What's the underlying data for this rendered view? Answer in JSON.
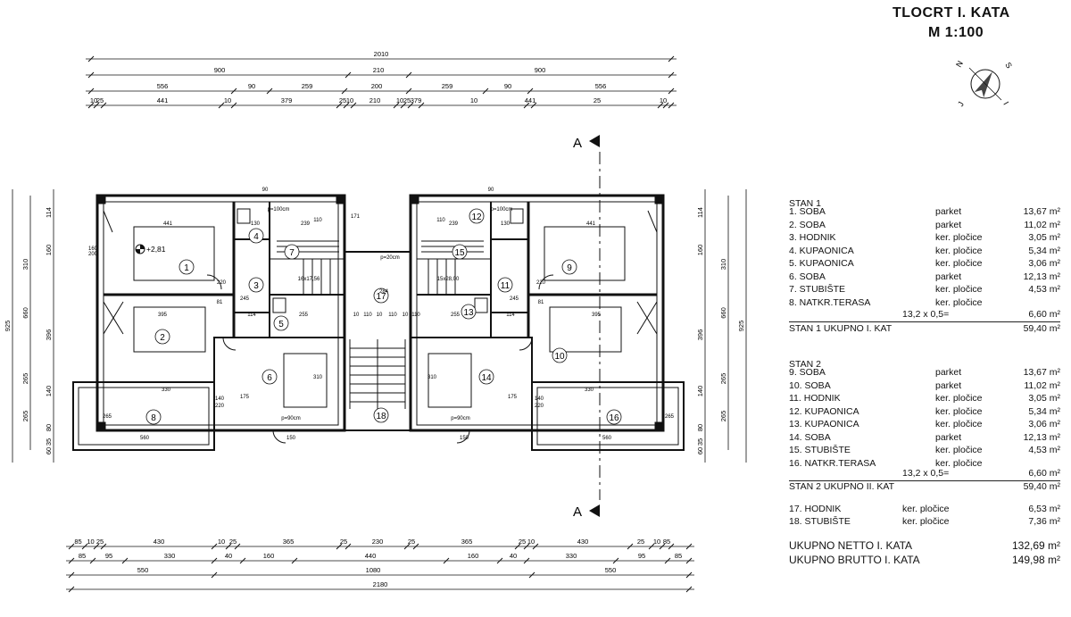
{
  "title": {
    "line1": "TLOCRT  I. KATA",
    "line2": "M 1:100"
  },
  "section_labels": {
    "top": "A",
    "bottom": "A"
  },
  "compass": {
    "letters": [
      "N",
      "S",
      "J",
      "I"
    ],
    "icon": "north-arrow-icon"
  },
  "dims_top": {
    "row1": [
      "2010"
    ],
    "row2": [
      "900",
      "210",
      "900"
    ],
    "row3": [
      "556",
      "90",
      "259",
      "200",
      "259",
      "90",
      "556"
    ],
    "row4": [
      "10",
      "25",
      "441",
      "10",
      "379",
      "25",
      "10",
      "210",
      "10",
      "25",
      "379",
      "10",
      "441",
      "25",
      "10"
    ]
  },
  "dims_bottom": {
    "row1": [
      "85",
      "10",
      "25",
      "430",
      "10",
      "25",
      "365",
      "25",
      "230",
      "25",
      "365",
      "25",
      "10",
      "430",
      "25",
      "10",
      "85"
    ],
    "row2": [
      "85",
      "95",
      "330",
      "40",
      "160",
      "440",
      "160",
      "40",
      "330",
      "95",
      "85"
    ],
    "row3": [
      "550",
      "1080",
      "550"
    ],
    "row4": [
      "2180"
    ]
  },
  "dims_left": [
    "925",
    "660",
    "265",
    "114",
    "160",
    "310",
    "396",
    "265",
    "140",
    "80",
    "35",
    "60"
  ],
  "dims_right": [
    "925",
    "660",
    "265",
    "114",
    "160",
    "310",
    "396",
    "265",
    "140",
    "80",
    "35",
    "60"
  ],
  "room_numbers": [
    "1",
    "2",
    "3",
    "4",
    "5",
    "6",
    "7",
    "8",
    "9",
    "10",
    "11",
    "12",
    "13",
    "14",
    "15",
    "16",
    "17",
    "18"
  ],
  "plan_labels": {
    "level": "+2,81",
    "p100": "p=100cm",
    "p20": "p=20cm",
    "p90": "p=90cm",
    "d441": "441",
    "d395": "395",
    "d239": "239",
    "d130": "130",
    "d110": "110",
    "d310": "310",
    "d284": "284",
    "d255": "255",
    "d114": "114",
    "d175": "175",
    "d560": "560",
    "d265": "265",
    "d220": "220",
    "d245": "245",
    "d171": "171",
    "d90": "90",
    "d10": "10",
    "d140": "140",
    "d330": "330",
    "d81": "81",
    "d160": "160",
    "d200": "200",
    "d150": "150",
    "stair1": "16x17,56",
    "stair2": "15x28,00"
  },
  "legend": {
    "stan1": {
      "header": "STAN 1",
      "rows": [
        {
          "name": "1. SOBA",
          "finish": "parket",
          "area": "13,67 m²"
        },
        {
          "name": "2. SOBA",
          "finish": "parket",
          "area": "11,02 m²"
        },
        {
          "name": "3. HODNIK",
          "finish": "ker. pločice",
          "area": "3,05 m²"
        },
        {
          "name": "4. KUPAONICA",
          "finish": "ker. pločice",
          "area": "5,34 m²"
        },
        {
          "name": "5. KUPAONICA",
          "finish": "ker. pločice",
          "area": "3,06 m²"
        },
        {
          "name": "6. SOBA",
          "finish": "parket",
          "area": "12,13 m²"
        },
        {
          "name": "7. STUBIŠTE",
          "finish": "ker. pločice",
          "area": "4,53 m²"
        },
        {
          "name": "8. NATKR.TERASA",
          "finish": "ker. pločice",
          "area": ""
        }
      ],
      "calc": "13,2 x 0,5=",
      "calc_area": "6,60 m²",
      "total_label": "STAN 1  UKUPNO I. KAT",
      "total_area": "59,40 m²"
    },
    "stan2": {
      "header": "STAN 2",
      "rows": [
        {
          "name": "9. SOBA",
          "finish": "parket",
          "area": "13,67 m²"
        },
        {
          "name": "10. SOBA",
          "finish": "parket",
          "area": "11,02 m²"
        },
        {
          "name": "11. HODNIK",
          "finish": "ker. pločice",
          "area": "3,05 m²"
        },
        {
          "name": "12. KUPAONICA",
          "finish": "ker. pločice",
          "area": "5,34 m²"
        },
        {
          "name": "13. KUPAONICA",
          "finish": "ker. pločice",
          "area": "3,06 m²"
        },
        {
          "name": "14. SOBA",
          "finish": "parket",
          "area": "12,13 m²"
        },
        {
          "name": "15. STUBIŠTE",
          "finish": "ker. pločice",
          "area": "4,53 m²"
        },
        {
          "name": "16. NATKR.TERASA",
          "finish": "ker. pločice",
          "area": ""
        }
      ],
      "calc": "13,2 x 0,5=",
      "calc_area": "6,60 m²",
      "total_label": "STAN 2 UKUPNO II. KAT",
      "total_area": "59,40 m²"
    },
    "common": [
      {
        "name": "17. HODNIK",
        "finish": "ker. pločice",
        "area": "6,53 m²"
      },
      {
        "name": "18. STUBIŠTE",
        "finish": "ker. pločice",
        "area": "7,36 m²"
      }
    ],
    "netto_label": "UKUPNO NETTO I. KATA",
    "netto_area": "132,69 m²",
    "brutto_label": "UKUPNO BRUTTO I. KATA",
    "brutto_area": "149,98 m²"
  }
}
